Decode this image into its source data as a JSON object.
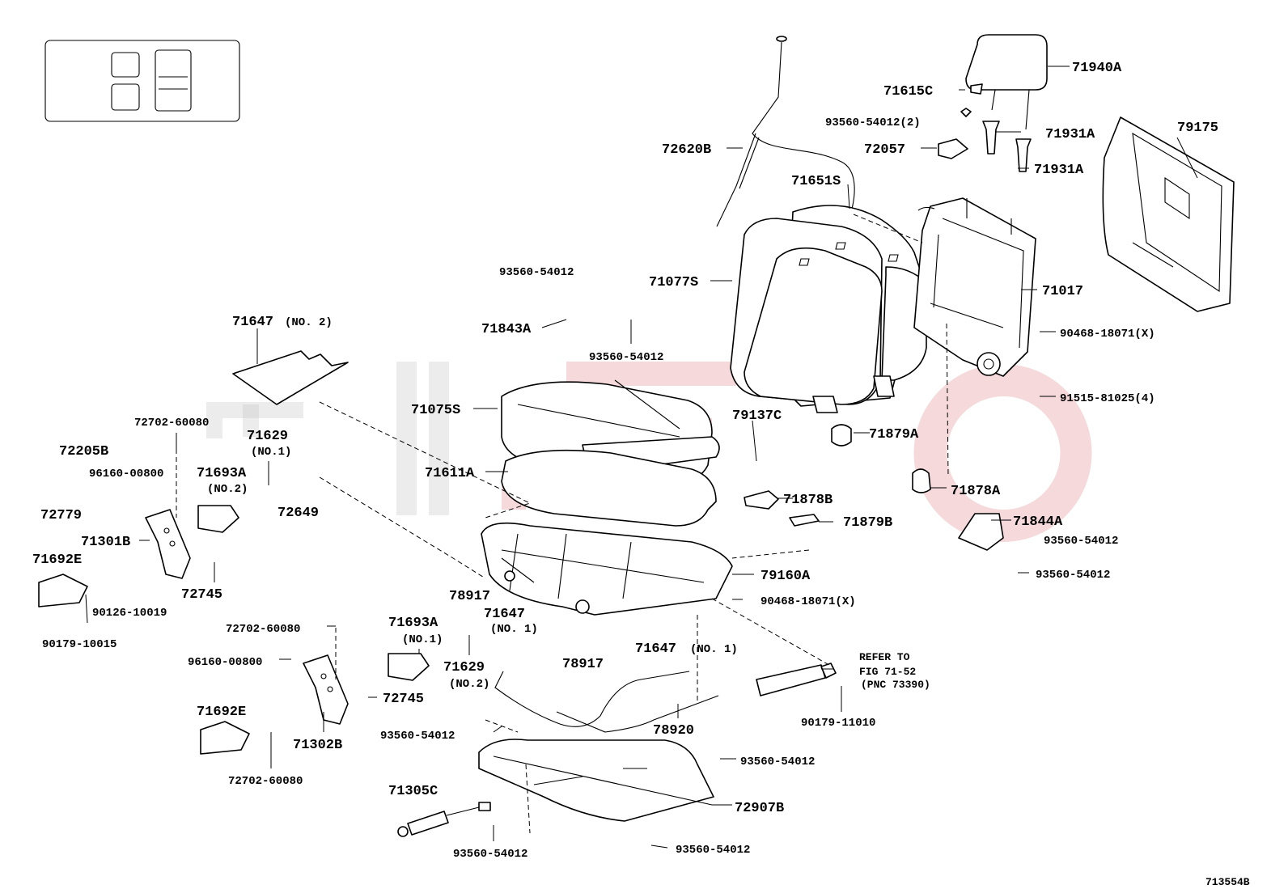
{
  "diagram_id": "713554B",
  "callouts": [
    {
      "id": "c1",
      "text": "71940A"
    },
    {
      "id": "c2",
      "text": "71615C"
    },
    {
      "id": "c3",
      "text": "93560-54012(2)"
    },
    {
      "id": "c4",
      "text": "71931A"
    },
    {
      "id": "c5",
      "text": "71931A"
    },
    {
      "id": "c6",
      "text": "72057"
    },
    {
      "id": "c7",
      "text": "72620B"
    },
    {
      "id": "c8",
      "text": "79175"
    },
    {
      "id": "c9",
      "text": "71651S"
    },
    {
      "id": "c10",
      "text": "71017"
    },
    {
      "id": "c11",
      "text": "71077S"
    },
    {
      "id": "c12",
      "text": "93560-54012"
    },
    {
      "id": "c13",
      "text": "71843A"
    },
    {
      "id": "c14",
      "text": "93560-54012"
    },
    {
      "id": "c15",
      "text": "90468-18071(X)"
    },
    {
      "id": "c16",
      "text": "71647"
    },
    {
      "id": "c17",
      "text": "(NO. 2)"
    },
    {
      "id": "c18",
      "text": "91515-81025(4)"
    },
    {
      "id": "c19",
      "text": "71075S"
    },
    {
      "id": "c20",
      "text": "79137C"
    },
    {
      "id": "c21",
      "text": "71879A"
    },
    {
      "id": "c22",
      "text": "72702-60080"
    },
    {
      "id": "c23",
      "text": "71629"
    },
    {
      "id": "c24",
      "text": "(NO.1)"
    },
    {
      "id": "c25",
      "text": "72205B"
    },
    {
      "id": "c26",
      "text": "96160-00800"
    },
    {
      "id": "c27",
      "text": "71693A"
    },
    {
      "id": "c28",
      "text": "(NO.2)"
    },
    {
      "id": "c29",
      "text": "71611A"
    },
    {
      "id": "c30",
      "text": "72779"
    },
    {
      "id": "c31",
      "text": "72649"
    },
    {
      "id": "c32",
      "text": "71878B"
    },
    {
      "id": "c33",
      "text": "71878A"
    },
    {
      "id": "c34",
      "text": "71879B"
    },
    {
      "id": "c35",
      "text": "71844A"
    },
    {
      "id": "c36",
      "text": "93560-54012"
    },
    {
      "id": "c37",
      "text": "71301B"
    },
    {
      "id": "c38",
      "text": "71692E"
    },
    {
      "id": "c39",
      "text": "93560-54012"
    },
    {
      "id": "c40",
      "text": "79160A"
    },
    {
      "id": "c41",
      "text": "72745"
    },
    {
      "id": "c42",
      "text": "90126-10019"
    },
    {
      "id": "c43",
      "text": "78917"
    },
    {
      "id": "c44",
      "text": "71647"
    },
    {
      "id": "c45",
      "text": "(NO. 1)"
    },
    {
      "id": "c46",
      "text": "90468-18071(X)"
    },
    {
      "id": "c47",
      "text": "90179-10015"
    },
    {
      "id": "c48",
      "text": "72702-60080"
    },
    {
      "id": "c49",
      "text": "71693A"
    },
    {
      "id": "c50",
      "text": "(NO.1)"
    },
    {
      "id": "c51",
      "text": "78917"
    },
    {
      "id": "c52",
      "text": "71647"
    },
    {
      "id": "c53",
      "text": "(NO. 1)"
    },
    {
      "id": "c54",
      "text": "96160-00800"
    },
    {
      "id": "c55",
      "text": "71629"
    },
    {
      "id": "c56",
      "text": "(NO.2)"
    },
    {
      "id": "c57",
      "text": "REFER TO"
    },
    {
      "id": "c58",
      "text": "FIG 71-52"
    },
    {
      "id": "c59",
      "text": "(PNC 73390)"
    },
    {
      "id": "c60",
      "text": "72745"
    },
    {
      "id": "c61",
      "text": "71692E"
    },
    {
      "id": "c62",
      "text": "90179-11010"
    },
    {
      "id": "c63",
      "text": "78920"
    },
    {
      "id": "c64",
      "text": "93560-54012"
    },
    {
      "id": "c65",
      "text": "71302B"
    },
    {
      "id": "c66",
      "text": "93560-54012"
    },
    {
      "id": "c67",
      "text": "72702-60080"
    },
    {
      "id": "c68",
      "text": "71305C"
    },
    {
      "id": "c69",
      "text": "72907B"
    },
    {
      "id": "c70",
      "text": "93560-54012"
    },
    {
      "id": "c71",
      "text": "93560-54012"
    }
  ]
}
